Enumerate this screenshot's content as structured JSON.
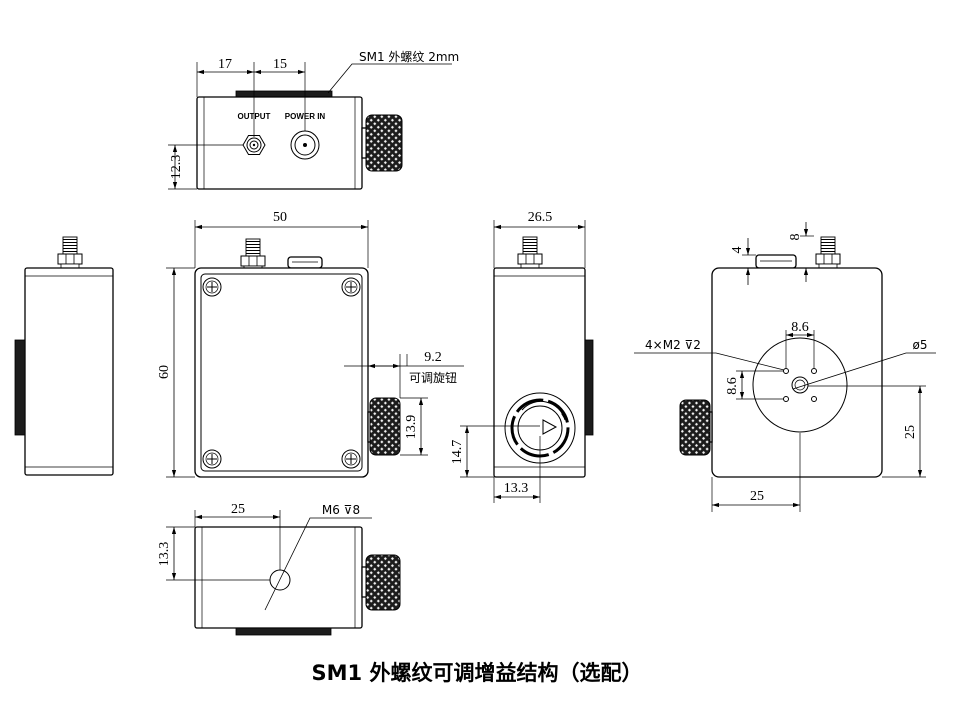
{
  "views": {
    "top": {
      "dim_left": "17",
      "dim_right": "15",
      "thread_note": "SM1 外螺纹 2mm",
      "output_label": "OUTPUT",
      "power_label": "POWER IN",
      "dim_height": "12.3"
    },
    "front": {
      "dim_width": "50",
      "dim_height": "60",
      "dim_knob_offset": "9.2",
      "knob_note": "可调旋钮",
      "dim_knob_height": "13.9"
    },
    "right": {
      "dim_width": "26.5",
      "dim_knob_height": "14.7",
      "dim_knob_offset": "13.3"
    },
    "rear": {
      "dim_connector_small": "4",
      "dim_connector_large": "8",
      "dim_hole_spacing_x": "8.6",
      "hole_note": "4×M2 ⊽2",
      "dia_note": "ø5",
      "dim_hole_spacing_y": "8.6",
      "dim_center_height": "25",
      "dim_center_width": "25"
    },
    "bottom": {
      "dim_hole_x": "25",
      "thread_note": "M6 ⊽8",
      "dim_hole_y": "13.3"
    }
  },
  "caption": "SM1 外螺纹可调增益结构（选配）",
  "colors": {
    "line": "#000000",
    "fill_dark": "#1c1c1c",
    "background": "#ffffff"
  }
}
